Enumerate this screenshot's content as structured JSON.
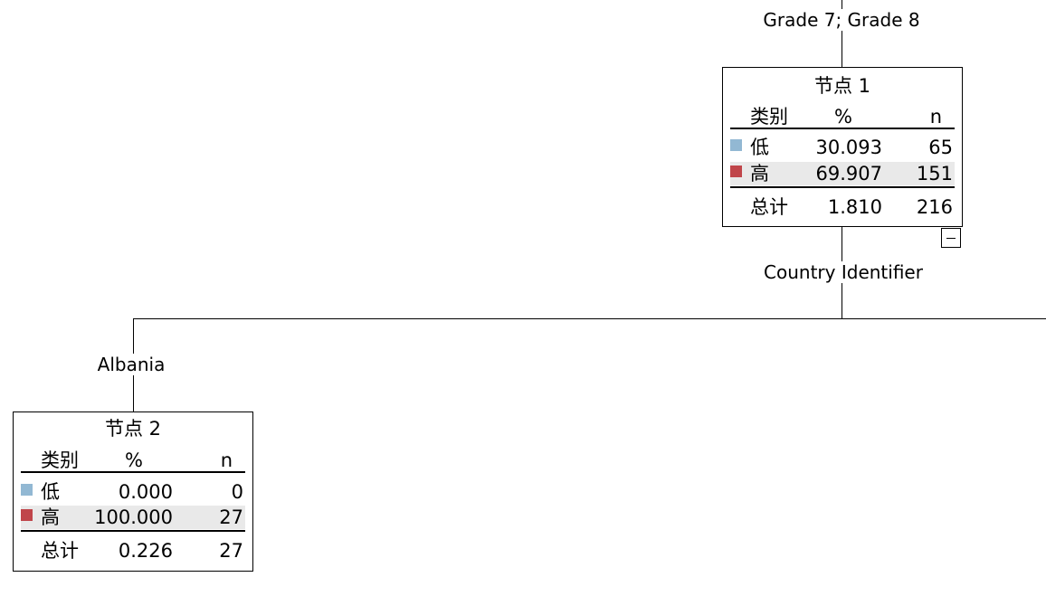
{
  "colors": {
    "low": "#92b8d3",
    "high": "#c0454a",
    "row_highlight": "#e9e9e9"
  },
  "edges": {
    "top_split": "Grade 7; Grade 8",
    "split_variable": "Country Identifier",
    "branch_left": "Albania"
  },
  "nodes": [
    {
      "title": "节点 1",
      "headers": {
        "category": "类别",
        "percent": "%",
        "n": "n"
      },
      "rows": [
        {
          "category": "低",
          "percent": "30.093",
          "n": "65",
          "color": "low"
        },
        {
          "category": "高",
          "percent": "69.907",
          "n": "151",
          "color": "high"
        }
      ],
      "total": {
        "label": "总计",
        "percent": "1.810",
        "n": "216"
      }
    },
    {
      "title": "节点 2",
      "headers": {
        "category": "类别",
        "percent": "%",
        "n": "n"
      },
      "rows": [
        {
          "category": "低",
          "percent": "0.000",
          "n": "0",
          "color": "low"
        },
        {
          "category": "高",
          "percent": "100.000",
          "n": "27",
          "color": "high"
        }
      ],
      "total": {
        "label": "总计",
        "percent": "0.226",
        "n": "27"
      }
    }
  ]
}
